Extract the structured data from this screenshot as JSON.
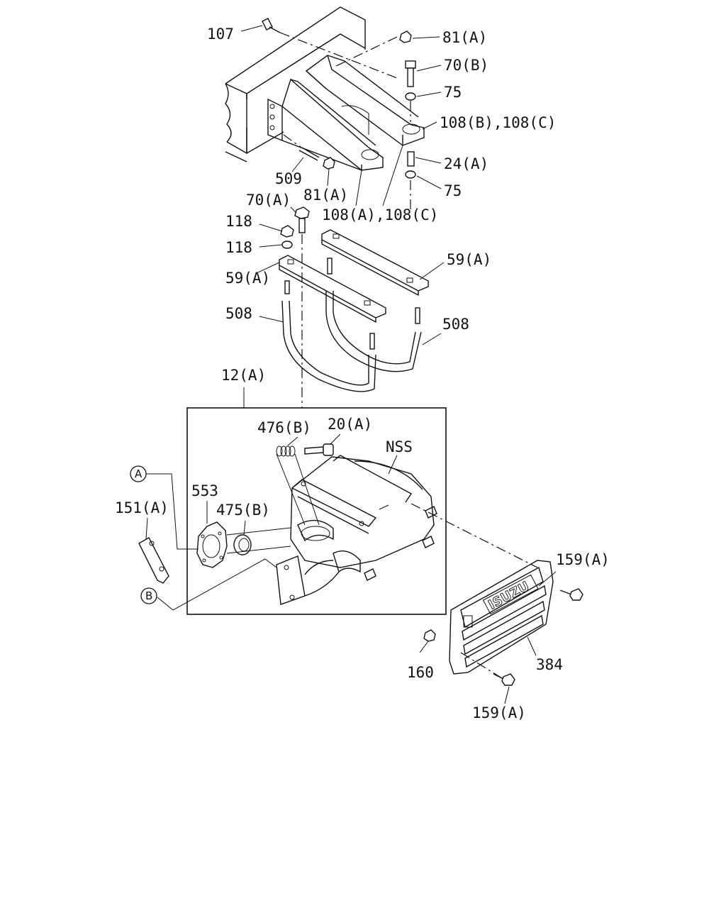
{
  "labels": {
    "p107": "107",
    "p81a_top": "81(A)",
    "p70b": "70(B)",
    "p75_top": "75",
    "p108bc": "108(B),108(C)",
    "p24a": "24(A)",
    "p75_bot": "75",
    "p509": "509",
    "p81a_mid": "81(A)",
    "p108ac": "108(A),108(C)",
    "p70a": "70(A)",
    "p118_1": "118",
    "p118_2": "118",
    "p59a_left": "59(A)",
    "p59a_right": "59(A)",
    "p508_left": "508",
    "p508_right": "508",
    "p12a": "12(A)",
    "p476b": "476(B)",
    "p20a": "20(A)",
    "nss": "NSS",
    "p553": "553",
    "p151a": "151(A)",
    "p475b": "475(B)",
    "p159a_top": "159(A)",
    "p160": "160",
    "p384": "384",
    "p159a_bot": "159(A)",
    "ref_a": "A",
    "ref_b": "B",
    "logo_text": "ISUZU"
  }
}
